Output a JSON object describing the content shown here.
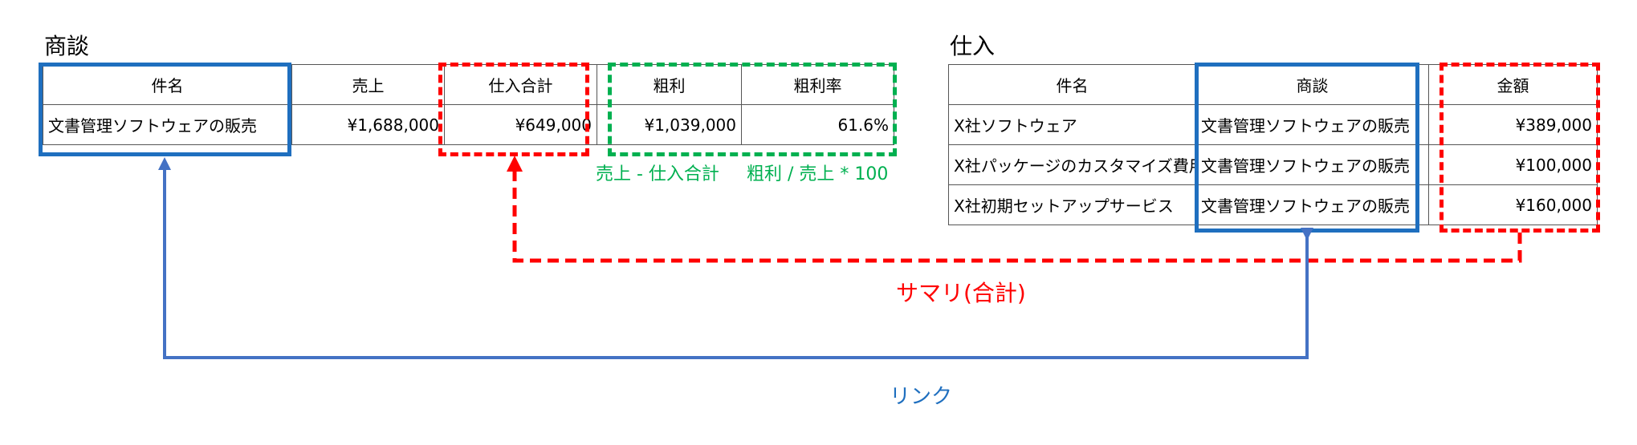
{
  "deals": {
    "title": "商談",
    "headers": [
      "件名",
      "売上",
      "仕入合計",
      "粗利",
      "粗利率"
    ],
    "row": [
      "文書管理ソフトウェアの販売",
      "¥1,688,000",
      "¥649,000",
      "¥1,039,000",
      "61.6%"
    ],
    "formula_profit": "売上 - 仕入合計",
    "formula_rate": "粗利 / 売上 * 100"
  },
  "purchases": {
    "title": "仕入",
    "headers": [
      "件名",
      "商談",
      "金額"
    ],
    "rows": [
      [
        "X社ソフトウェア",
        "文書管理ソフトウェアの販売",
        "¥389,000"
      ],
      [
        "X社パッケージのカスタマイズ費用",
        "文書管理ソフトウェアの販売",
        "¥100,000"
      ],
      [
        "X社初期セットアップサービス",
        "文書管理ソフトウェアの販売",
        "¥160,000"
      ]
    ]
  },
  "labels": {
    "summary": "サマリ(合計)",
    "link": "リンク"
  },
  "colors": {
    "link_blue": "#4472c4",
    "highlight_blue": "#1f6fbf",
    "summary_red": "#ff0000",
    "formula_green": "#00b050"
  }
}
